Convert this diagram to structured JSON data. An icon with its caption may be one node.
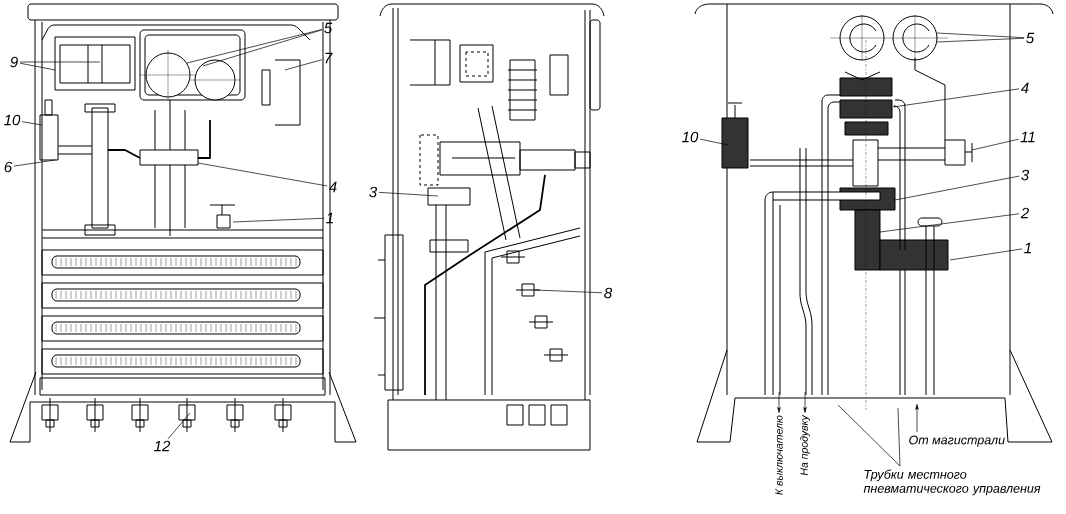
{
  "diagram": {
    "nodes": [
      {
        "text": [
          "9"
        ]
      },
      {
        "text": [
          "5"
        ]
      },
      {
        "text": [
          "7"
        ]
      },
      {
        "text": [
          "10"
        ]
      },
      {
        "text": [
          "6"
        ]
      },
      {
        "text": [
          "4"
        ]
      },
      {
        "text": [
          "1"
        ]
      },
      {
        "text": [
          "12"
        ]
      },
      {
        "text": [
          "3"
        ]
      },
      {
        "text": [
          "8"
        ]
      },
      {
        "text": [
          "5"
        ]
      },
      {
        "text": [
          "4"
        ]
      },
      {
        "text": [
          "10"
        ]
      },
      {
        "text": [
          "11"
        ]
      },
      {
        "text": [
          "3"
        ]
      },
      {
        "text": [
          "2"
        ]
      },
      {
        "text": [
          "1"
        ]
      },
      {
        "text": [
          "К выключателю"
        ]
      },
      {
        "text": [
          "На продувку"
        ]
      },
      {
        "text": [
          "От магистрали"
        ]
      },
      {
        "text": [
          "Трубки местного пневматического управления"
        ]
      }
    ],
    "edges": [
      {
        "from": 0,
        "to": null,
        "arrow": "none"
      },
      {
        "from": 0,
        "to": null,
        "arrow": "none"
      },
      {
        "from": 1,
        "to": null,
        "arrow": "none"
      },
      {
        "from": 1,
        "to": null,
        "arrow": "none"
      },
      {
        "from": 2,
        "to": null,
        "arrow": "none"
      },
      {
        "from": 3,
        "to": null,
        "arrow": "none"
      },
      {
        "from": 4,
        "to": null,
        "arrow": "none"
      },
      {
        "from": 5,
        "to": null,
        "arrow": "none"
      },
      {
        "from": 6,
        "to": null,
        "arrow": "none"
      },
      {
        "from": 7,
        "to": null,
        "arrow": "none"
      },
      {
        "from": 8,
        "to": null,
        "arrow": "none"
      },
      {
        "from": 9,
        "to": null,
        "arrow": "none"
      },
      {
        "from": 10,
        "to": null,
        "arrow": "none"
      },
      {
        "from": 10,
        "to": null,
        "arrow": "none"
      },
      {
        "from": 11,
        "to": null,
        "arrow": "none"
      },
      {
        "from": 12,
        "to": null,
        "arrow": "none"
      },
      {
        "from": 13,
        "to": null,
        "arrow": "none"
      },
      {
        "from": 14,
        "to": null,
        "arrow": "none"
      },
      {
        "from": 15,
        "to": null,
        "arrow": "none"
      },
      {
        "from": 16,
        "to": null,
        "arrow": "none"
      },
      {
        "from": null,
        "to": 17,
        "arrow": "to"
      },
      {
        "from": null,
        "to": 18,
        "arrow": "to"
      },
      {
        "from": 19,
        "to": null,
        "arrow": "to"
      },
      {
        "from": 20,
        "to": null,
        "arrow": "none"
      },
      {
        "from": 20,
        "to": null,
        "arrow": "none"
      }
    ]
  }
}
